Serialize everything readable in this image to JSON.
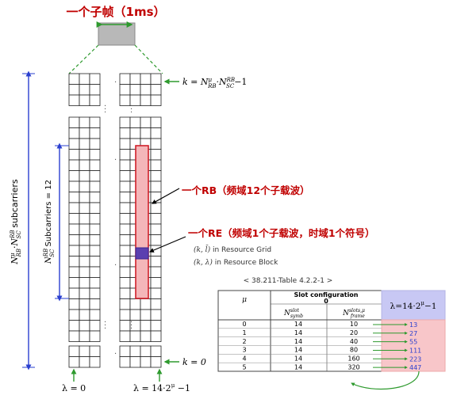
{
  "subframe_title": "一个子帧（1ms）",
  "k_top_label": "k = N",
  "k_top_sup": "μ",
  "k_top_sub": "RB",
  "k_top_mid": "·N",
  "k_top_sup2": "RB",
  "k_top_sub2": "SC",
  "k_top_end": "−1",
  "k_bottom_label": "k = 0",
  "left_axis_main": "N",
  "left_axis_sup1": "μ",
  "left_axis_sub1": "RB",
  "left_axis_mid": "·N",
  "left_axis_sup2": "RB",
  "left_axis_sub2": "SC",
  "left_axis_end": " subcarriers",
  "inner_axis_main": "N",
  "inner_axis_sup": "RB",
  "inner_axis_sub": "SC",
  "inner_axis_end": " Subcarriers = 12",
  "rb_label": "一个RB（频域12个子载波）",
  "re_label": "一个RE（频域1个子载波，时域1个符号）",
  "re_note1_math": "(k, l̄)",
  "re_note1_text": " in Resource Grid",
  "re_note2_math": "(k, λ)",
  "re_note2_text": " in Resource Block",
  "lambda_left": "λ = 0",
  "lambda_right": "λ = 14·2",
  "lambda_right_sup": "μ",
  "lambda_right_end": " −1",
  "table_caption": "< 38.211-Table 4.2.2-1 >",
  "table": {
    "mu_header": "μ",
    "slot_config_header": "Slot configuration",
    "slot_config_zero": "0",
    "symb_header": "N",
    "symb_header_sup": "slot",
    "symb_header_sub": "symb",
    "frame_header": "N",
    "frame_header_sup": "slots,μ",
    "frame_header_sub": "frame",
    "rows": [
      {
        "mu": "0",
        "symb": "14",
        "frame": "10"
      },
      {
        "mu": "1",
        "symb": "14",
        "frame": "20"
      },
      {
        "mu": "2",
        "symb": "14",
        "frame": "40"
      },
      {
        "mu": "3",
        "symb": "14",
        "frame": "80"
      },
      {
        "mu": "4",
        "symb": "14",
        "frame": "160"
      },
      {
        "mu": "5",
        "symb": "14",
        "frame": "320"
      }
    ]
  },
  "formula_box": "λ=14·2",
  "formula_box_sup": "μ",
  "formula_box_end": "−1",
  "lambda_values": [
    "13",
    "27",
    "55",
    "111",
    "223",
    "447"
  ],
  "colors": {
    "title_red": "#c00000",
    "rb_fill": "#f4b6b9",
    "rb_stroke": "#d0202a",
    "re_fill": "#5b3fb0",
    "blue_arrow": "#2a3fcf",
    "green_arrow": "#2e9a2e",
    "formula_fill": "#c8c8f4",
    "pink_fill": "#f8c6c9",
    "gray_box": "#b8b8b8"
  }
}
